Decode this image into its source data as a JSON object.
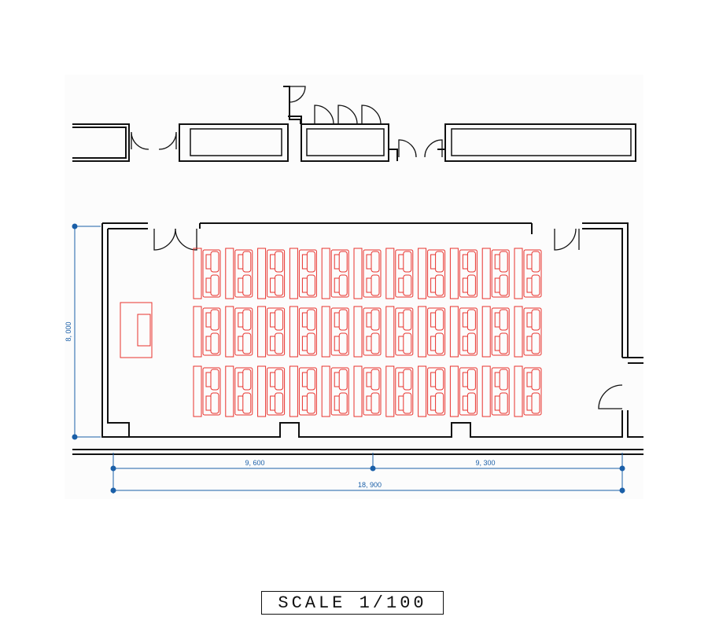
{
  "dimensions": {
    "height_label": "8, 000",
    "left_span_label": "9, 600",
    "right_span_label": "9, 300",
    "total_span_label": "18, 900"
  },
  "scale_label": "SCALE 1/100",
  "layout": {
    "seat_blocks": 33,
    "rows": 3,
    "columns": 11,
    "seat_color": "#e8322d",
    "dimension_color": "#1a5fa8"
  }
}
